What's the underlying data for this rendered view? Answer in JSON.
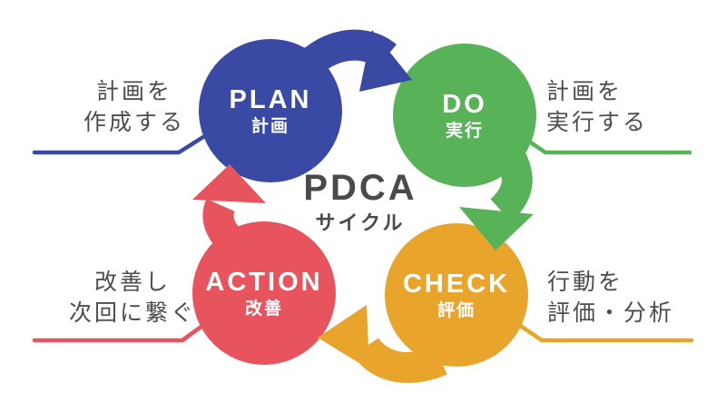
{
  "title": {
    "main": "PDCA",
    "sub": "サイクル"
  },
  "colors": {
    "plan": "#3a49a3",
    "do": "#58b258",
    "check": "#e9a52b",
    "action": "#e7545e",
    "text": "#4d4d4d"
  },
  "nodes": {
    "plan": {
      "en": "PLAN",
      "ja": "計画"
    },
    "do": {
      "en": "DO",
      "ja": "実行"
    },
    "check": {
      "en": "CHECK",
      "ja": "評価"
    },
    "action": {
      "en": "ACTION",
      "ja": "改善"
    }
  },
  "annotations": {
    "plan": {
      "line1": "計画を",
      "line2": "作成する"
    },
    "do": {
      "line1": "計画を",
      "line2": "実行する"
    },
    "check": {
      "line1": "行動を",
      "line2": "評価・分析"
    },
    "action": {
      "line1": "改善し",
      "line2": "次回に繋ぐ"
    }
  }
}
